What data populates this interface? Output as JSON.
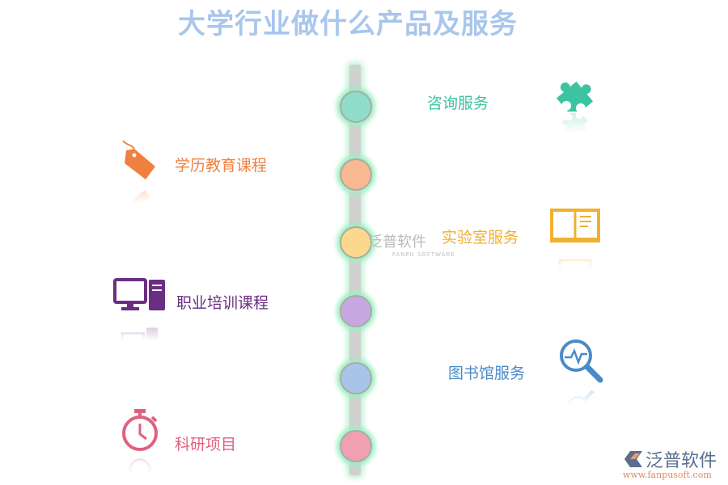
{
  "title": "大学行业做什么产品及服务",
  "items": [
    {
      "label": "咨询服务",
      "icon": "puzzle-icon",
      "color": "#3cc4a0",
      "node_color": "#8fdcc8"
    },
    {
      "label": "学历教育课程",
      "icon": "tag-icon",
      "color": "#f08040",
      "node_color": "#f8b890"
    },
    {
      "label": "实验室服务",
      "icon": "book-icon",
      "color": "#f0b030",
      "node_color": "#fbd98c"
    },
    {
      "label": "职业培训课程",
      "icon": "computer-icon",
      "color": "#6a2f80",
      "node_color": "#c8a8e0"
    },
    {
      "label": "图书馆服务",
      "icon": "magnifier-icon",
      "color": "#4a8ac8",
      "node_color": "#a8c4e8"
    },
    {
      "label": "科研项目",
      "icon": "stopwatch-icon",
      "color": "#e06080",
      "node_color": "#f0a0b0"
    }
  ],
  "watermark": {
    "name": "泛普软件",
    "sub": "FANPU SOFTWARE"
  },
  "logo": {
    "name": "泛普软件",
    "url": "www.fanpusoft.com"
  }
}
